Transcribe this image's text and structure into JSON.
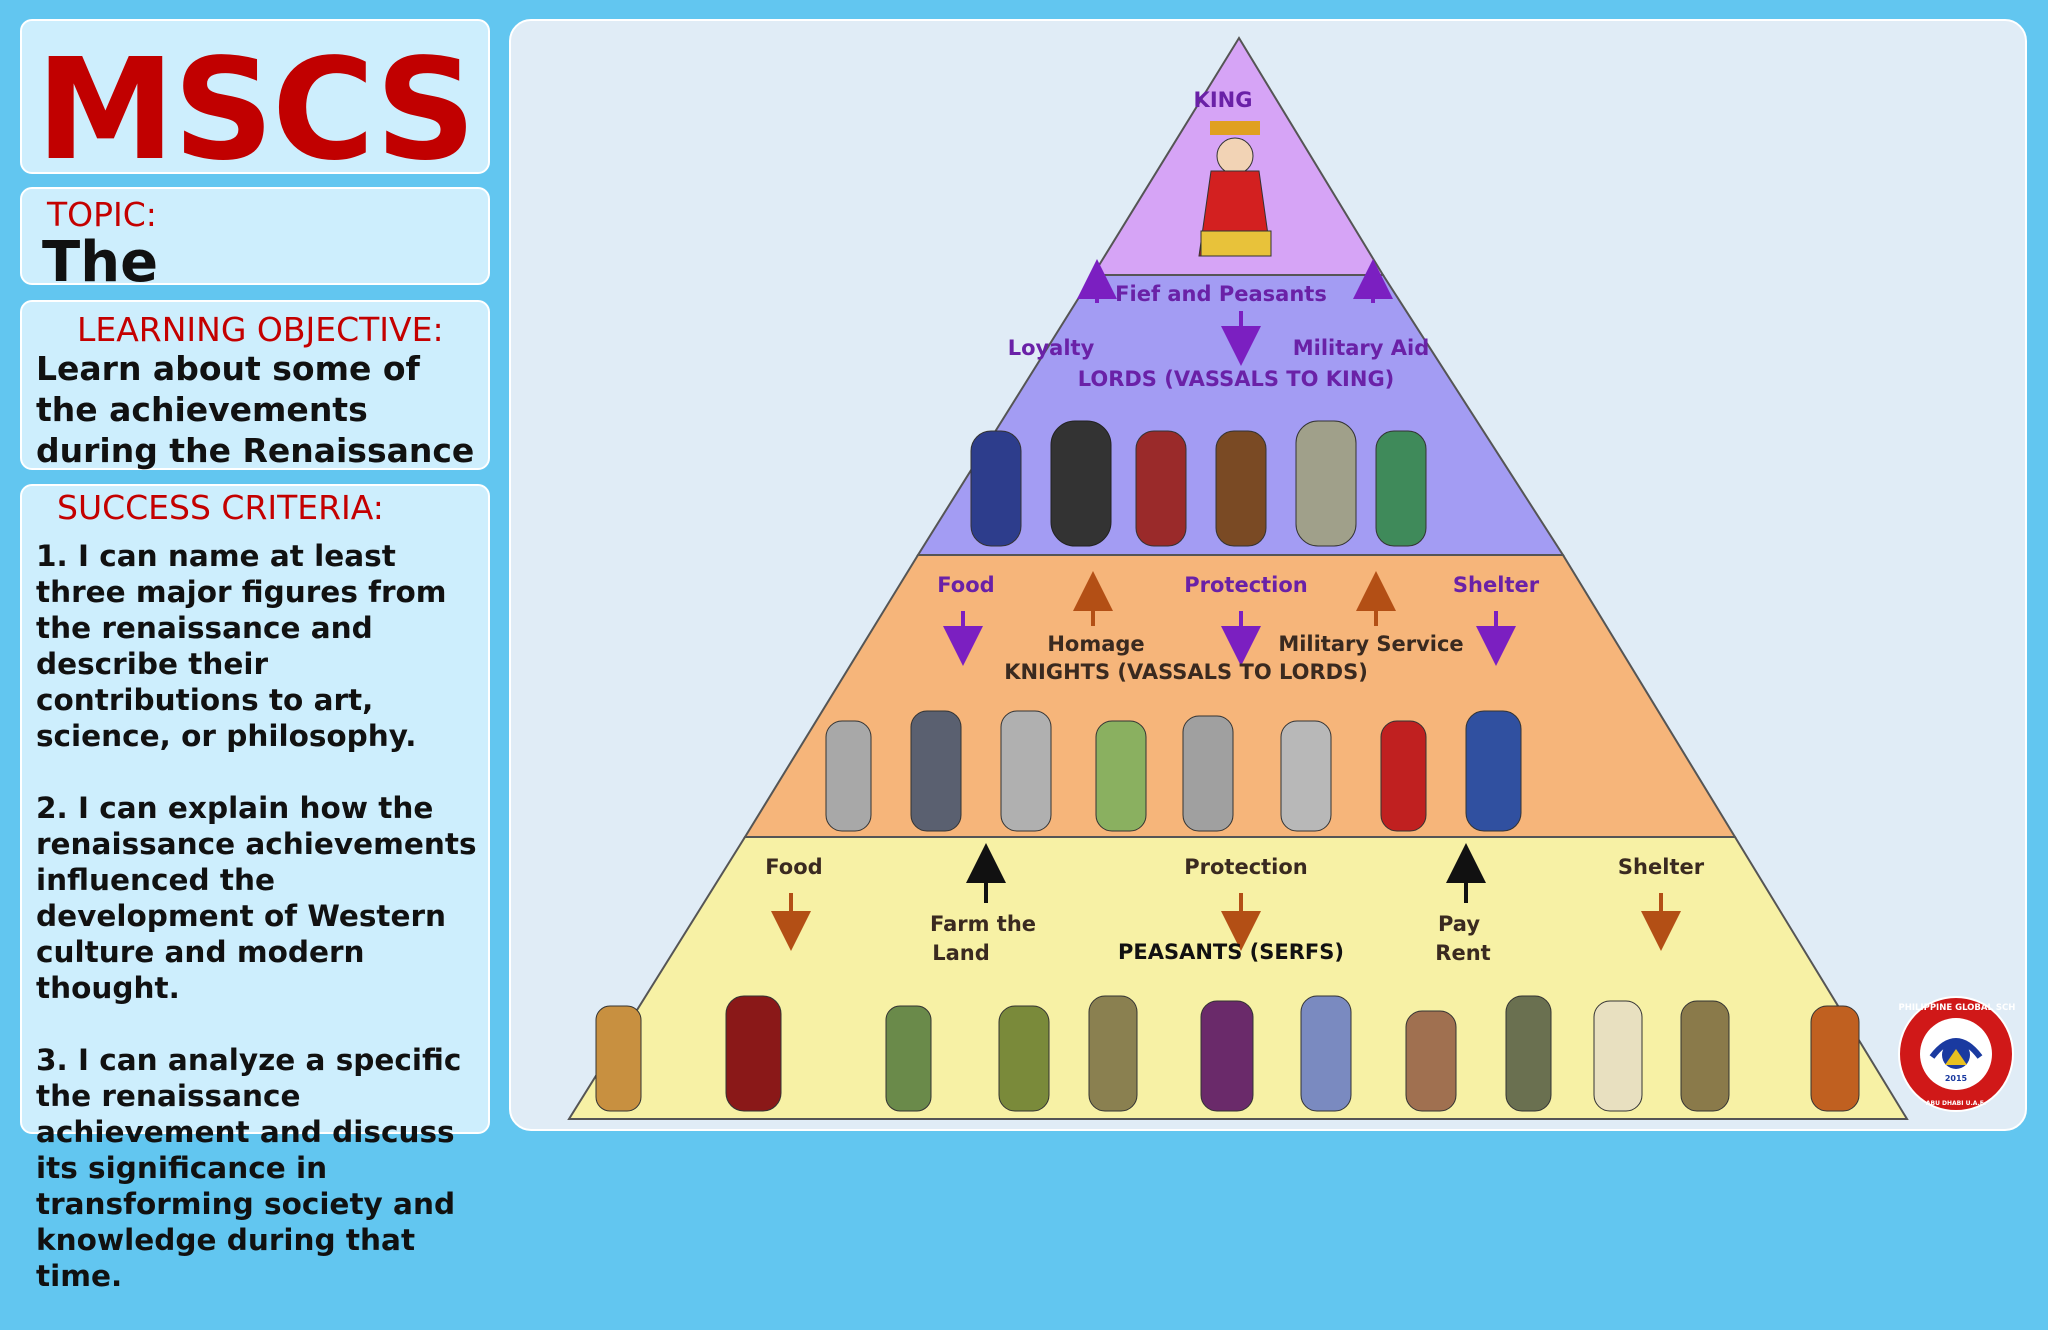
{
  "logo": {
    "text": "MSCS"
  },
  "topic": {
    "label": "TOPIC:",
    "value": "The Renaissance"
  },
  "learning_objective": {
    "label": "LEARNING OBJECTIVE:",
    "text": "Learn about some of the achievements during the Renaissance"
  },
  "success_criteria": {
    "label": "SUCCESS CRITERIA:",
    "items": [
      "1. I can name at least three major figures from the renaissance and describe their contributions to art, science, or philosophy.",
      "2. I can explain how the renaissance achievements influenced the development of Western culture and modern thought.",
      "3. I can analyze a specific the renaissance achievement and discuss its significance in transforming society and knowledge during that time."
    ]
  },
  "pyramid": {
    "king": "KING",
    "lords": {
      "title": "LORDS (VASSALS TO KING)",
      "fief": "Fief and Peasants",
      "loyalty": "Loyalty",
      "military_aid": "Military Aid"
    },
    "knights": {
      "title": "KNIGHTS (VASSALS TO LORDS)",
      "food": "Food",
      "protection": "Protection",
      "shelter": "Shelter",
      "homage": "Homage",
      "military_service": "Military Service"
    },
    "peasants": {
      "title": "PEASANTS (SERFS)",
      "food": "Food",
      "protection": "Protection",
      "shelter": "Shelter",
      "farm1": "Farm the",
      "farm2": "Land",
      "pay1": "Pay",
      "pay2": "Rent"
    },
    "colors": {
      "king": "#d6a4f6",
      "lords": "#a39cf3",
      "knights": "#f6b57a",
      "peasants": "#f7f1a5",
      "arrow_purple": "#7b1fc1",
      "arrow_brown": "#b34f15",
      "label_purple": "#6a21a7",
      "label_dark": "#3a2a20"
    }
  },
  "seal": {
    "text": "THE PHILIPPINE GLOBAL SCHOOL",
    "year": "2015",
    "location": "ABU DHABI U.A.E."
  }
}
